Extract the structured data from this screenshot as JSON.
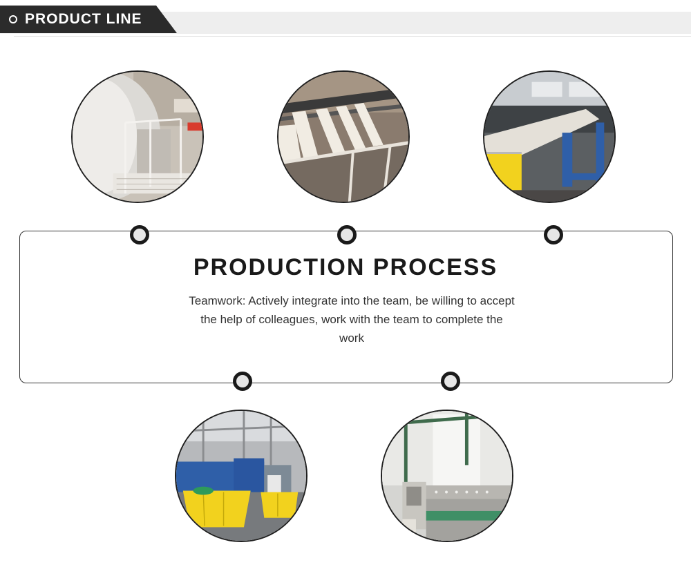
{
  "header": {
    "title": "PRODUCT LINE"
  },
  "process": {
    "title": "PRODUCTION PROCESS",
    "description": "Teamwork: Actively integrate into the team, be willing to accept the help of colleagues, work with the team to complete the work"
  },
  "colors": {
    "header_bg": "#2b2b2b",
    "accent_yellow": "#f2d21e",
    "machine_blue": "#2f5fa8"
  }
}
